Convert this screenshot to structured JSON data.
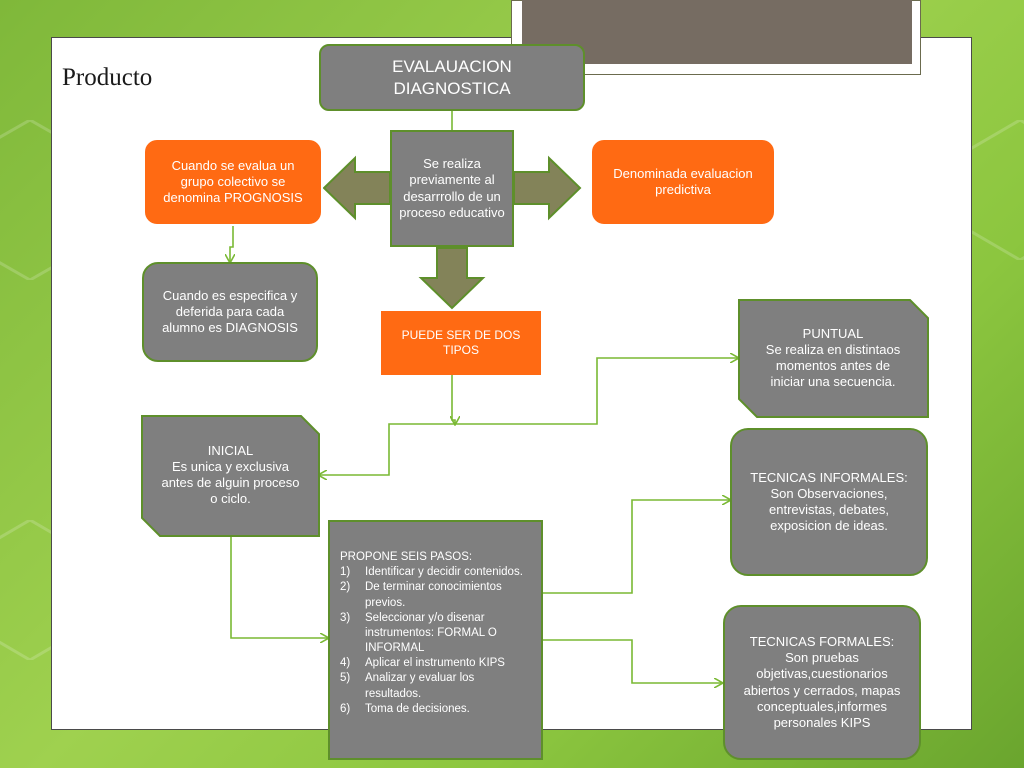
{
  "slide_title": "Producto",
  "nodes": {
    "root": "EVALAUACION DIAGNOSTICA",
    "center": "Se realiza previamente al desarrrollo de un proceso educativo",
    "prognosis": "Cuando se evalua un grupo colectivo se denomina PROGNOSIS",
    "predictiva": "Denominada evaluacion predictiva",
    "diagnosis": "Cuando es especifica y deferida para cada alumno es DIAGNOSIS",
    "tipos": "PUEDE SER DE DOS TIPOS",
    "puntual_title": "PUNTUAL",
    "puntual_body": "Se realiza en distintaos momentos antes de iniciar una secuencia.",
    "inicial_title": "INICIAL",
    "inicial_body": "Es unica y exclusiva antes de alguin proceso o ciclo.",
    "informales_title": "TECNICAS INFORMALES:",
    "informales_body": "Son Observaciones, entrevistas, debates, exposicion de ideas.",
    "formales_title": "TECNICAS FORMALES:",
    "formales_body": "Son pruebas objetivas,cuestionarios abiertos y cerrados, mapas conceptuales,informes personales KIPS"
  },
  "steps": {
    "heading": "PROPONE SEIS PASOS:",
    "items": [
      {
        "num": "1)",
        "text": "Identificar y decidir contenidos."
      },
      {
        "num": "2)",
        "text": "De terminar conocimientos previos."
      },
      {
        "num": "3)",
        "text": "Seleccionar y/o disenar instrumentos: FORMAL O INFORMAL"
      },
      {
        "num": "4)",
        "text": "Aplicar el instrumento KIPS"
      },
      {
        "num": "5)",
        "text": "Analizar y evaluar los resultados."
      },
      {
        "num": "6)",
        "text": "Toma de decisiones."
      }
    ]
  },
  "colors": {
    "background": "#8cc63f",
    "gray_node": "#7f7f7f",
    "orange_node": "#ff6a13",
    "connector": "#7ab934",
    "arrow_fill": "#838359"
  }
}
